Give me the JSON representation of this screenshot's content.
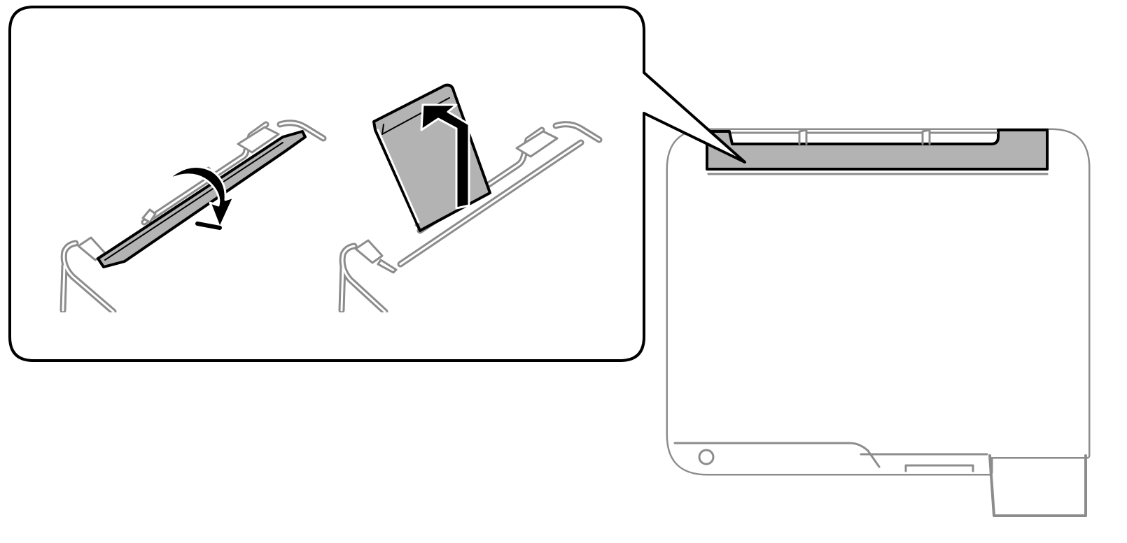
{
  "diagram": {
    "type": "printer-instruction-illustration",
    "steps": [
      {
        "action": "flip-up-feeder-guard",
        "icon": "curved-rotate-arrow-icon"
      },
      {
        "action": "pull-up-paper-support",
        "icon": "up-arrow-icon"
      }
    ],
    "colors": {
      "line": "#000000",
      "light_outline": "#8c8c8c",
      "highlight_fill": "#b3b3b3",
      "background": "#ffffff"
    }
  }
}
